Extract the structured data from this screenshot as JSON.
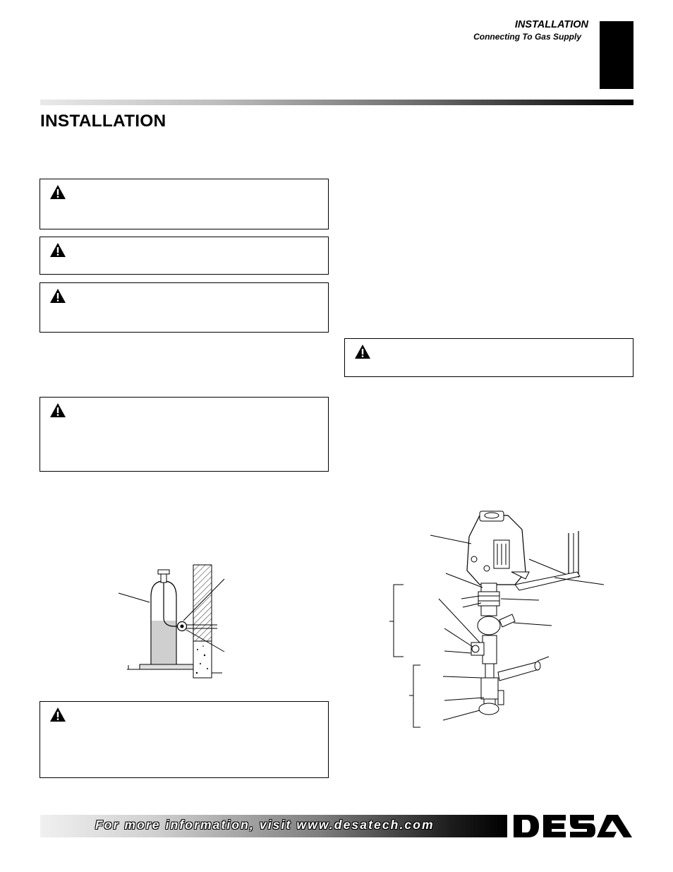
{
  "header": {
    "section": "INSTALLATION",
    "subsection": "Connecting To Gas Supply"
  },
  "page": {
    "title": "INSTALLATION"
  },
  "footer": {
    "text": "For more information, visit www.desatech.com"
  },
  "logo": {
    "text": "DESA"
  },
  "icons": {
    "warning": "warning-triangle-icon"
  },
  "colors": {
    "text": "#000000",
    "tank_fill": "#cfcfcf",
    "rule_start": "#e9e9e9",
    "rule_end": "#000000"
  }
}
